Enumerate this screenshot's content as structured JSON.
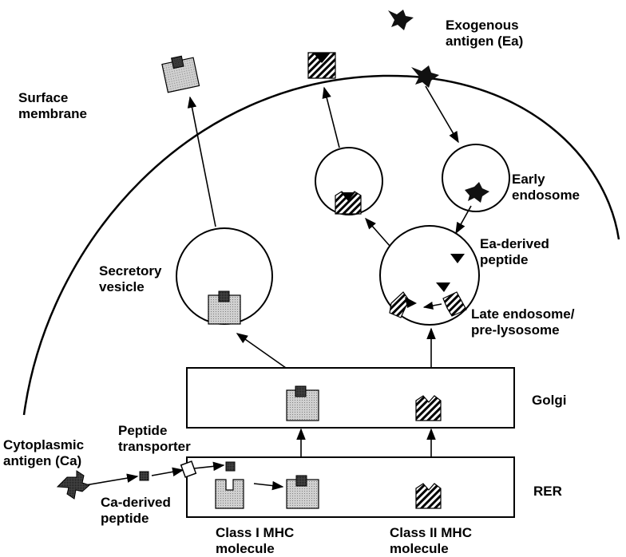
{
  "labels": {
    "exogenous_antigen": [
      "Exogenous",
      "antigen (Ea)"
    ],
    "surface_membrane": [
      "Surface",
      "membrane"
    ],
    "early_endosome": [
      "Early",
      "endosome"
    ],
    "secretory_vesicle": [
      "Secretory",
      "vesicle"
    ],
    "ea_derived_peptide": [
      "Ea-derived",
      "peptide"
    ],
    "late_endosome": [
      "Late endosome/",
      "pre-lysosome"
    ],
    "golgi": "Golgi",
    "rer": "RER",
    "peptide_transporter": [
      "Peptide",
      "transporter"
    ],
    "cytoplasmic_antigen": [
      "Cytoplasmic",
      "antigen (Ca)"
    ],
    "ca_derived_peptide": [
      "Ca-derived",
      "peptide"
    ],
    "class1_mhc": [
      "Class I MHC",
      "molecule"
    ],
    "class2_mhc": [
      "Class II MHC",
      "molecule"
    ]
  },
  "colors": {
    "stroke": "#000000",
    "class1_fill": "#c8c8c8",
    "peptide_fill": "#555555",
    "hatch": "#000000",
    "background": "#ffffff"
  }
}
